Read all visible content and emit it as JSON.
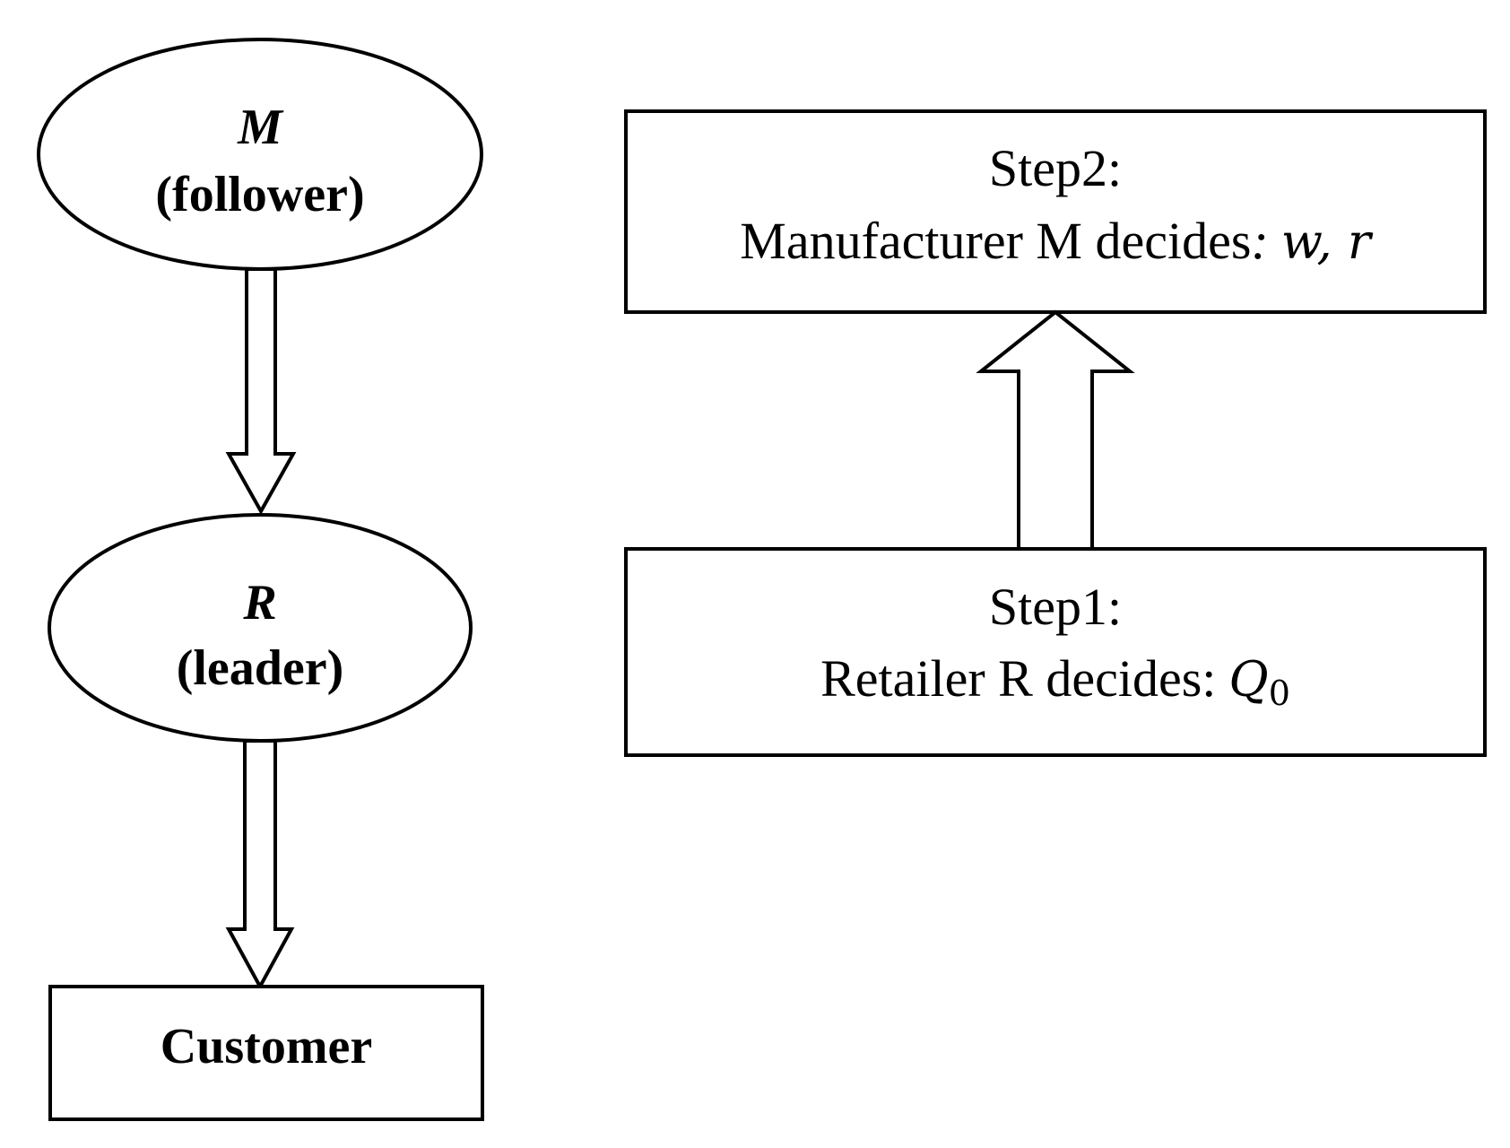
{
  "left_chain": {
    "manufacturer_node": {
      "symbol": "M",
      "role": "(follower)"
    },
    "retailer_node": {
      "symbol": "R",
      "role": "(leader)"
    },
    "customer_box": {
      "label": "Customer"
    }
  },
  "right_steps": {
    "step2": {
      "heading": "Step2:",
      "text": "Manufacturer M decides",
      "colon": ":",
      "vars": "w, r"
    },
    "step1": {
      "heading": "Step1:",
      "text": "Retailer R decides:",
      "var": "Q",
      "var_sub": "0"
    }
  }
}
